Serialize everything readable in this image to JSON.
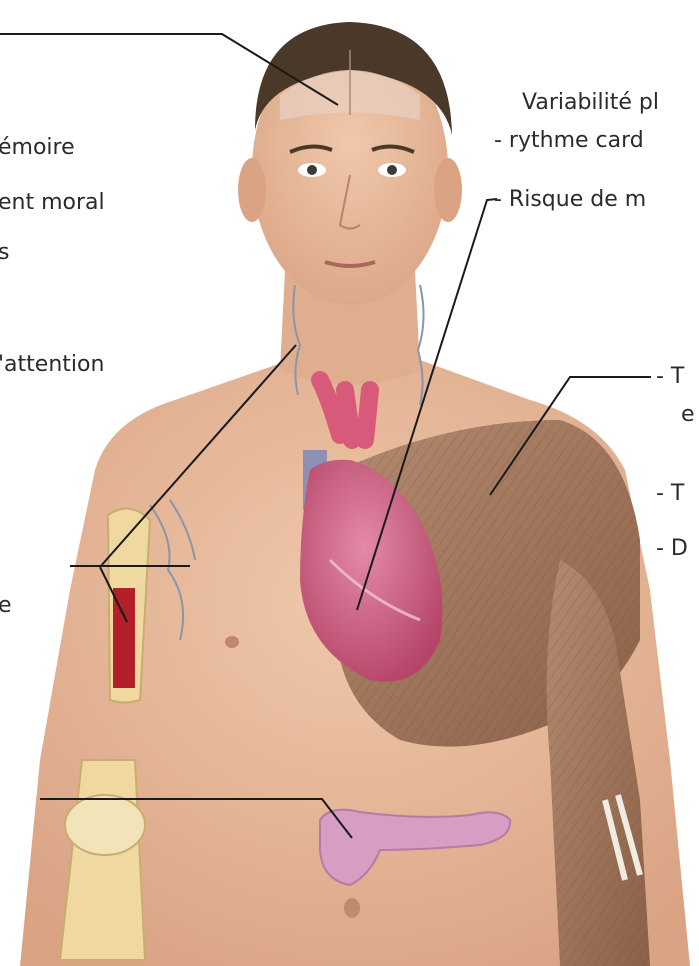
{
  "colors": {
    "background": "#ffffff",
    "text": "#2b2b2b",
    "leader_line": "#1a1a1a",
    "skin": "#e7b99a",
    "hair": "#4a3828",
    "heart": "#c9577a",
    "muscle": "#9c7056",
    "bone": "#efd9a0",
    "bone_marrow": "#b3202a",
    "pancreas": "#d79ec4",
    "lymph": "#8a96a8"
  },
  "labels": {
    "left": {
      "memoire": "émoire",
      "moral": "ent moral",
      "s": "s",
      "attention": "'attention",
      "e": "e"
    },
    "right": {
      "variabilite": "Variabilité pl",
      "rythme": "- rythme card",
      "risque": "- Risque de m",
      "t1": "- T",
      "e2": "e",
      "t2": "- T",
      "d": "- D"
    }
  },
  "figure": {
    "regions": [
      "brain",
      "heart",
      "aorta",
      "pectoral-arm-muscles",
      "humerus-bone",
      "forearm-bone",
      "pancreas",
      "neck-lymph-nodes",
      "armpit-lymph-nodes"
    ]
  }
}
